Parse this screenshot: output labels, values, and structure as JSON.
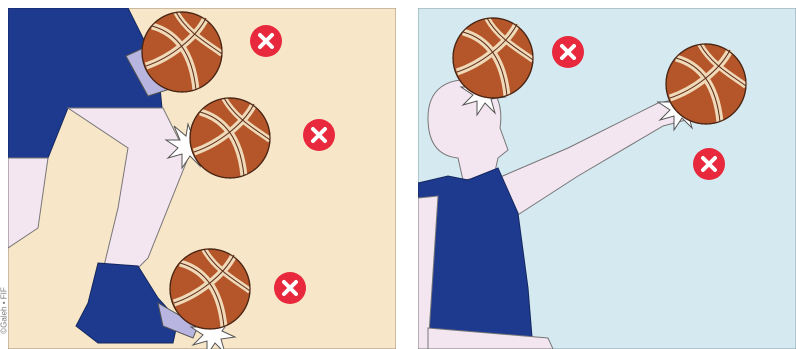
{
  "figure": {
    "credit_text": "©Galeh • FIF",
    "icon": "wrong-cross-icon",
    "panels": [
      {
        "name": "kicking-ball-violation",
        "background": "#f8e6c8",
        "marks": [
          "wrong",
          "wrong",
          "wrong"
        ]
      },
      {
        "name": "head-and-fist-violation",
        "background": "#d5e9f1",
        "marks": [
          "wrong",
          "wrong"
        ]
      }
    ],
    "colors": {
      "jersey": "#1d3a8f",
      "skin": "#f4e6f0",
      "ball_orange": "#b4562a",
      "ball_cream": "#efd9b8",
      "cross_red": "#e8283c",
      "impact": "#b8b6e0"
    }
  }
}
